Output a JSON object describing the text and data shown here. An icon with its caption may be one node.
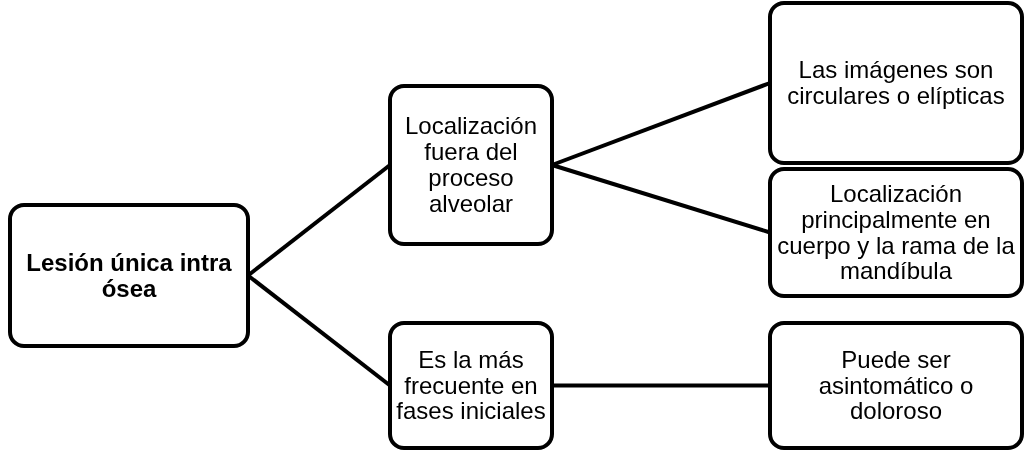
{
  "diagram": {
    "nodes": [
      {
        "text": [
          "Lesión única intra ósea"
        ]
      },
      {
        "text": [
          "Localización fuera del proceso alveolar"
        ]
      },
      {
        "text": [
          "Es la más frecuente en fases iniciales"
        ]
      },
      {
        "text": [
          "Las imágenes son circulares o elípticas"
        ]
      },
      {
        "text": [
          "Localización principalmente en cuerpo y la rama de la mandíbula"
        ]
      },
      {
        "text": [
          "Puede ser asintomático o doloroso"
        ]
      }
    ],
    "edges": [
      {
        "from": 0,
        "to": 1,
        "arrow": "none"
      },
      {
        "from": 0,
        "to": 2,
        "arrow": "none"
      },
      {
        "from": 1,
        "to": 3,
        "arrow": "none"
      },
      {
        "from": 1,
        "to": 4,
        "arrow": "none"
      },
      {
        "from": 2,
        "to": 5,
        "arrow": "none"
      }
    ]
  }
}
